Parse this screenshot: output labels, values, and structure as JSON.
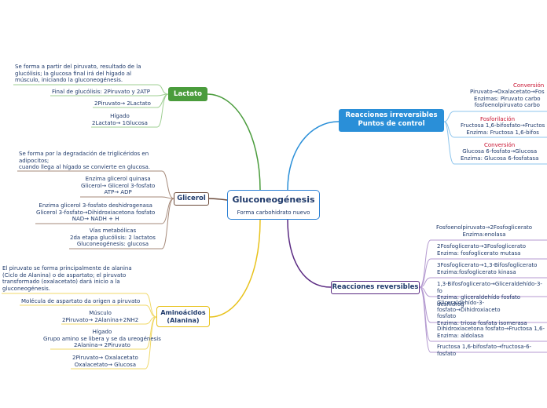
{
  "central": {
    "title": "Gluconeogénesis",
    "subtitle": "Forma carbohidrato nuevo"
  },
  "lactato": {
    "label": "Lactato",
    "items": [
      "Se forma a partir del piruvato, resultado de la\nglucólisis; la glucosa final irá del hígado al\nmúsculo, iniciando la gluconeogénesis.",
      "Final de glucólisis: 2Piruvato y 2ATP",
      "2Piruvato→ 2Lactato",
      "Hígado\n2Lactato→ 1Glucosa"
    ]
  },
  "glicerol": {
    "label": "Glicerol",
    "items": [
      "Se forma por la degradación de triglicéridos en\nadipocitos;\ncuando llega al hígado se convierte en glucosa.",
      "Enzima glicerol quinasa\nGlicerol→ Glicerol 3-fosfato\nATP→ ADP",
      "Enzima glicerol 3-fosfato deshidrogenasa\nGlicerol 3-fosfato→Dihidroxiacetona fosfato\nNAD→ NADH + H",
      "Vías metabólicas\n2da etapa glucólisis: 2 lactatos\nGluconeogénesis: glucosa"
    ]
  },
  "aminoacidos": {
    "label": "Aminoácidos\n(Alanina)",
    "items": [
      "El piruvato se forma principalmente de alanina\n(Ciclo de Alanina) o de aspartato; el piruvato\ntransformado (oxalacetato) dará inicio a la\ngluconeogénesis.",
      "Molécula de aspartato da origen a piruvato",
      "Músculo\n2Piruvato→ 2Alanina+2NH2",
      "Hígado\nGrupo amino se libera y se da ureogénesis\n2Alanina→ 2Piruvato",
      "2Piruvato→ Oxalacetato\nOxalacetato→ Glucosa"
    ]
  },
  "irreversibles": {
    "label": "Reacciones irreversibles\nPuntos de control",
    "items": [
      {
        "head": "Conversión",
        "body": "Piruvato→Oxalacetato→Fos\nEnzimas: Piruvato carbo\nfosfoenolpiruvato carbo"
      },
      {
        "head": "Fosforilación",
        "body": "Fructosa 1,6-bifosfato→Fructos\nEnzima: Fructosa 1,6-bifos"
      },
      {
        "head": "Conversión",
        "body": "Glucosa 6-fosfato→Glucosa\nEnzima: Glucosa 6-fosfatasa"
      }
    ]
  },
  "reversibles": {
    "label": "Reacciones reversibles",
    "items": [
      "Fosfoenolpiruvato→2Fosfoglicerato\nEnzima:enolasa",
      "2Fosfoglicerato→3Fosfoglicerato\nEnzima: fosfoglicerato mutasa",
      "3Fosfoglicerato→1,3-Bifosfoglicerato\nEnzima:fosfoglicerato kinasa",
      "1,3-Bifosfoglicerato→Gliceraldehído-3-fo\nEnzima: gliceraldehído fosfato deshidrog",
      "Gliceraldehído-3-fosfato→Dihidroxiaceto\nfosfato\nEnzima: triosa fosfata isomerasa",
      "Dihidroxiacetona fosfato→Fructosa 1,6-\nEnzima: aldolasa",
      "Fructosa 1,6-bifosfato→fructosa-6-fosfato"
    ]
  },
  "colors": {
    "lactato": "#4a9c3c",
    "glicerol": "#6b4a3a",
    "aminoacidos": "#e8c21b",
    "irreversibles": "#2a8fd8",
    "reversibles": "#5a2a82"
  }
}
